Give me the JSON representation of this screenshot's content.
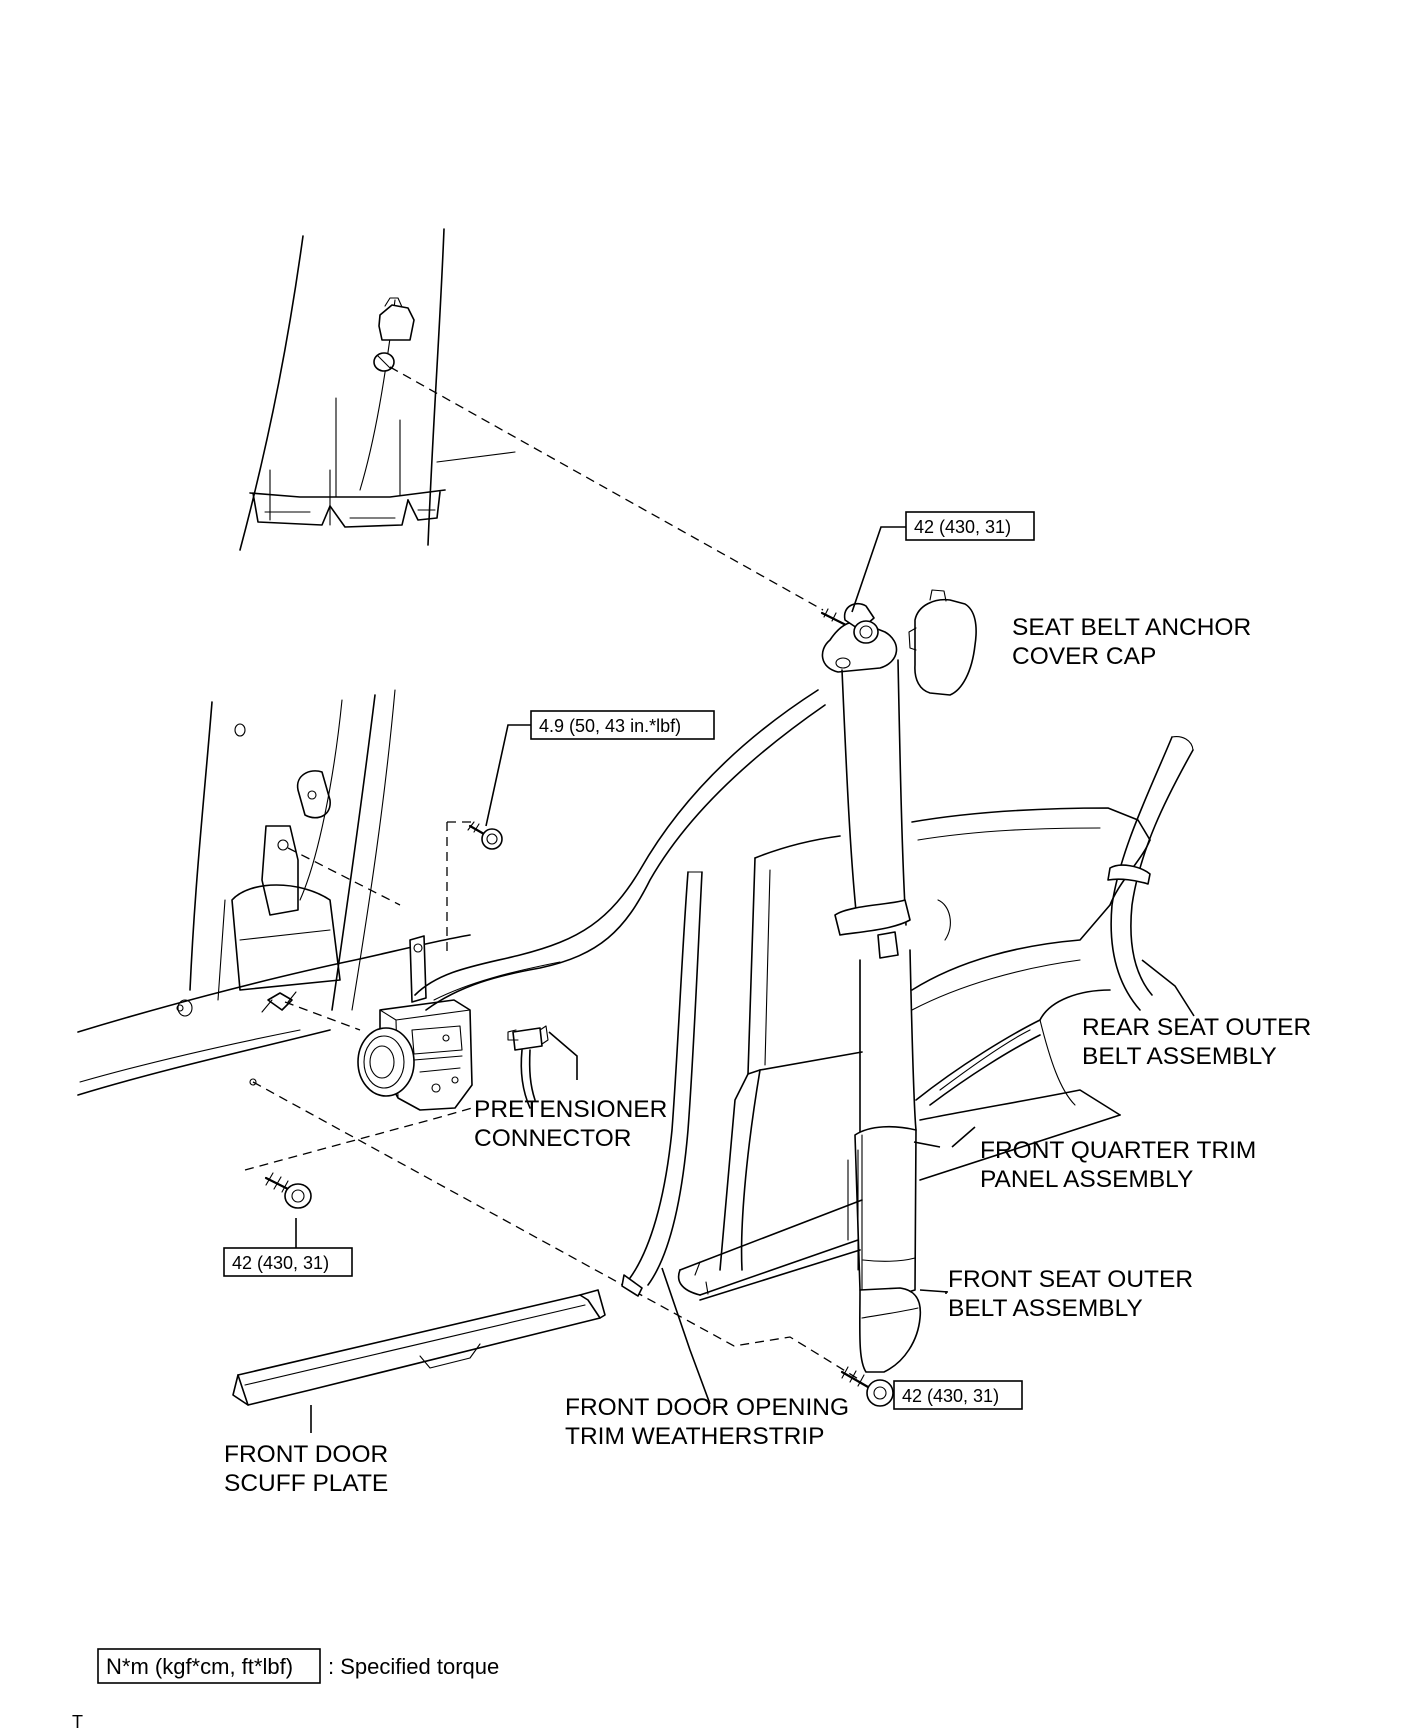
{
  "labels": {
    "seat_belt_anchor_cover_cap": [
      "SEAT BELT ANCHOR",
      "COVER CAP"
    ],
    "rear_seat_outer_belt": [
      "REAR SEAT OUTER",
      "BELT ASSEMBLY"
    ],
    "front_quarter_trim_panel": [
      "FRONT QUARTER TRIM",
      "PANEL ASSEMBLY"
    ],
    "front_seat_outer_belt": [
      "FRONT SEAT OUTER",
      "BELT ASSEMBLY"
    ],
    "pretensioner_connector": [
      "PRETENSIONER",
      "CONNECTOR"
    ],
    "front_door_opening_trim_weatherstrip": [
      "FRONT DOOR OPENING",
      "TRIM WEATHERSTRIP"
    ],
    "front_door_scuff_plate": [
      "FRONT DOOR",
      "SCUFF PLATE"
    ]
  },
  "torques": {
    "upper_anchor": "42 (430, 31)",
    "retractor_bolt": "4.9 (50, 43 in.*lbf)",
    "retractor_lower": "42 (430, 31)",
    "lower_anchor": "42 (430, 31)"
  },
  "legend": {
    "unit_box": "N*m (kgf*cm, ft*lbf)",
    "description": ": Specified torque"
  },
  "footer_mark": "T"
}
